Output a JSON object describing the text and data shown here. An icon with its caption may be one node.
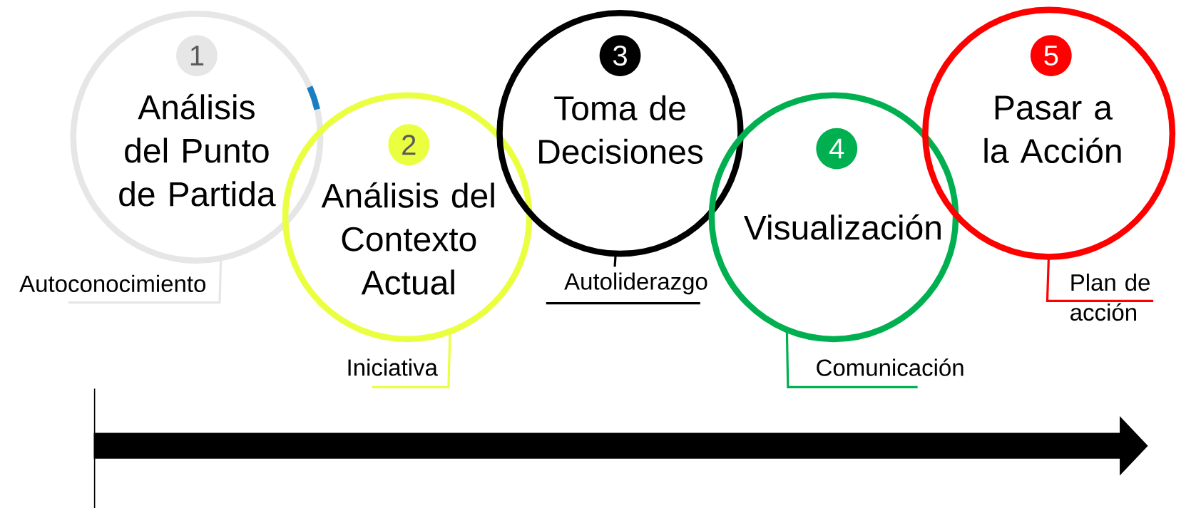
{
  "diagram": {
    "nodes": [
      {
        "text": [
          "1",
          "Análisis del Punto de Partida"
        ]
      },
      {
        "text": [
          "2",
          "Análisis del Contexto Actual"
        ]
      },
      {
        "text": [
          "3",
          "Toma de Decisiones"
        ]
      },
      {
        "text": [
          "4",
          "Visualización"
        ]
      },
      {
        "text": [
          "5",
          "Pasar a la Acción"
        ]
      },
      {
        "text": [
          "Autoconocimiento"
        ]
      },
      {
        "text": [
          "Iniciativa"
        ]
      },
      {
        "text": [
          "Autoliderazgo"
        ]
      },
      {
        "text": [
          "Comunicación"
        ]
      },
      {
        "text": [
          "Plan de acción"
        ]
      }
    ],
    "edges": [
      {
        "from": 5,
        "to": 0,
        "arrow": "none",
        "color": "#e6e6e6"
      },
      {
        "from": 6,
        "to": 1,
        "arrow": "none",
        "color": "#eaff3f"
      },
      {
        "from": 7,
        "to": 2,
        "arrow": "none",
        "color": "#000000"
      },
      {
        "from": 8,
        "to": 3,
        "arrow": "none",
        "color": "#00b050"
      },
      {
        "from": 9,
        "to": 4,
        "arrow": "none",
        "color": "#ff0000"
      }
    ]
  }
}
